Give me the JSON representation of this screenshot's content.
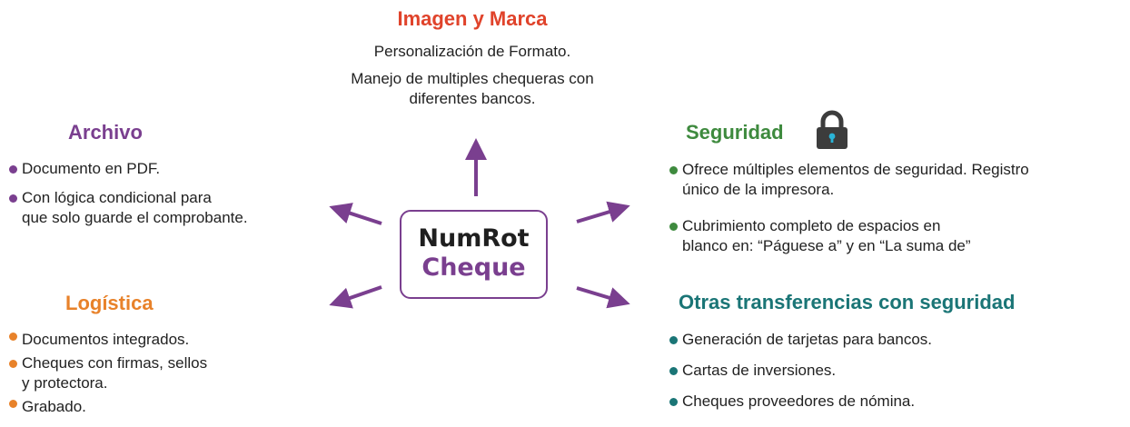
{
  "colors": {
    "arrow": "#7a3f8f",
    "imagen": "#e0432b",
    "archivo": "#7a3f8f",
    "logistica": "#e8822a",
    "seguridad": "#3e8a3e",
    "otras": "#1a7576"
  },
  "center": {
    "line1": "NumRot",
    "line2": "Cheque"
  },
  "imagen": {
    "title": "Imagen y Marca",
    "lines": [
      "Personalización de Formato.",
      "Manejo de multiples chequeras con",
      "diferentes bancos."
    ]
  },
  "archivo": {
    "title": "Archivo",
    "items": [
      "Documento en PDF.",
      "Con lógica condicional para",
      "que solo guarde el comprobante."
    ]
  },
  "logistica": {
    "title": "Logística",
    "items": [
      "Documentos integrados.",
      "Cheques con firmas, sellos",
      "y protectora.",
      "Grabado."
    ]
  },
  "seguridad": {
    "title": "Seguridad",
    "icon": "padlock-icon",
    "items": [
      "Ofrece múltiples elementos de seguridad. Registro",
      "único de la impresora.",
      "Cubrimiento completo de espacios en",
      "blanco en: “Páguese a” y en “La suma de”"
    ]
  },
  "otras": {
    "title": "Otras transferencias con seguridad",
    "items": [
      "Generación de tarjetas para bancos.",
      "Cartas de inversiones.",
      "Cheques proveedores de nómina."
    ]
  }
}
